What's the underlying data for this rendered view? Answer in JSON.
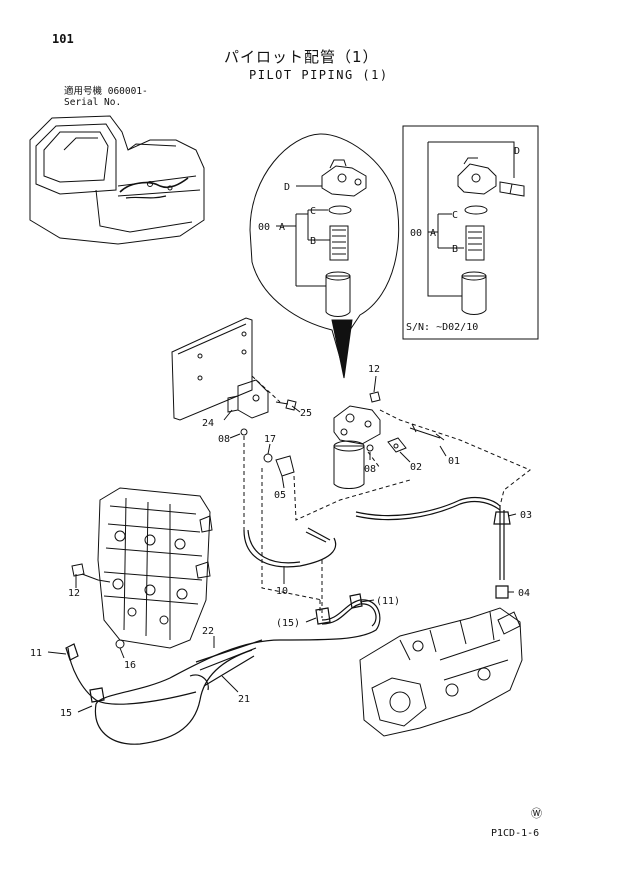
{
  "header": {
    "page_number": "101",
    "title_jp": "パイロット配管（1）",
    "title_en": "PILOT PIPING (1)",
    "serial_label_jp": "適用号機 060001-",
    "serial_label_en": "Serial No."
  },
  "inset": {
    "serial_note": "S/N: ~D02/10"
  },
  "callouts": {
    "filter_assy": "00",
    "part_a": "A",
    "part_b": "B",
    "part_c": "C",
    "part_d": "D",
    "p01": "01",
    "p02": "02",
    "p03": "03",
    "p04": "04",
    "p05": "05",
    "p08": "08",
    "p10": "10",
    "p11": "11",
    "p11_ref": "(11)",
    "p12": "12",
    "p15": "15",
    "p15_ref": "(15)",
    "p16": "16",
    "p17": "17",
    "p21": "21",
    "p22": "22",
    "p24": "24",
    "p25": "25"
  },
  "footer": {
    "doc_code": "P1CD-1-6",
    "mark": "Ⓦ"
  }
}
